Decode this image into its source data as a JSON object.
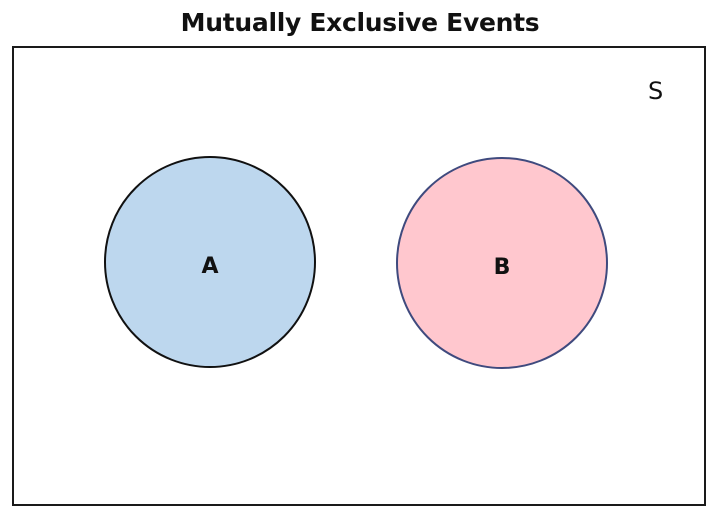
{
  "title": "Mutually Exclusive Events",
  "sample_space": {
    "label": "S",
    "border_color": "#1a1a1a"
  },
  "events": [
    {
      "label": "A",
      "fill": "#bdd7ee",
      "border": "#111111"
    },
    {
      "label": "B",
      "fill": "#ffc7ce",
      "border": "#3f4a7e"
    }
  ]
}
